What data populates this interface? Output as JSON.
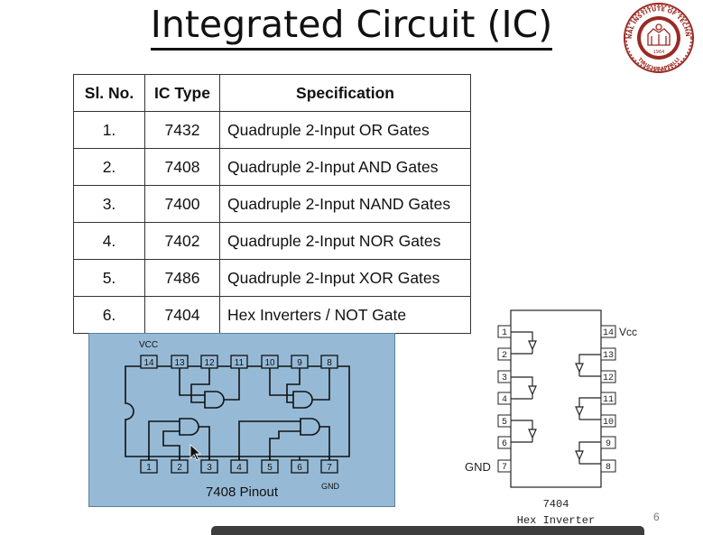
{
  "slide": {
    "title": "Integrated Circuit (IC)",
    "page_number": "6"
  },
  "table": {
    "headers": [
      "Sl. No.",
      "IC Type",
      "Specification"
    ],
    "rows": [
      [
        "1.",
        "7432",
        "Quadruple 2-Input OR Gates"
      ],
      [
        "2.",
        "7408",
        "Quadruple 2-Input AND Gates"
      ],
      [
        "3.",
        "7400",
        "Quadruple 2-Input NAND Gates"
      ],
      [
        "4.",
        "7402",
        "Quadruple 2-Input NOR Gates"
      ],
      [
        "5.",
        "7486",
        "Quadruple 2-Input XOR Gates"
      ],
      [
        "6.",
        "7404",
        "Hex Inverters / NOT Gate"
      ]
    ]
  },
  "pinout_7408": {
    "caption": "7408 Pinout",
    "vcc_label": "VCC",
    "gnd_label": "GND",
    "top_pins": [
      "14",
      "13",
      "12",
      "11",
      "10",
      "9",
      "8"
    ],
    "bottom_pins": [
      "1",
      "2",
      "3",
      "4",
      "5",
      "6",
      "7"
    ],
    "background_color": "#96bad6"
  },
  "hex_inverter_7404": {
    "caption_number": "7404",
    "caption_name": "Hex Inverter",
    "vcc_label": "Vcc",
    "gnd_label": "GND",
    "left_pins": [
      "1",
      "2",
      "3",
      "4",
      "5",
      "6",
      "7"
    ],
    "right_pins": [
      "14",
      "13",
      "12",
      "11",
      "10",
      "9",
      "8"
    ]
  },
  "logo": {
    "text_top": "NATIONAL INSTITUTE OF TECHNOLOGY",
    "text_bottom": "TIRUCHIRAPPALLI",
    "year": "1964",
    "color": "#9b2a24"
  }
}
